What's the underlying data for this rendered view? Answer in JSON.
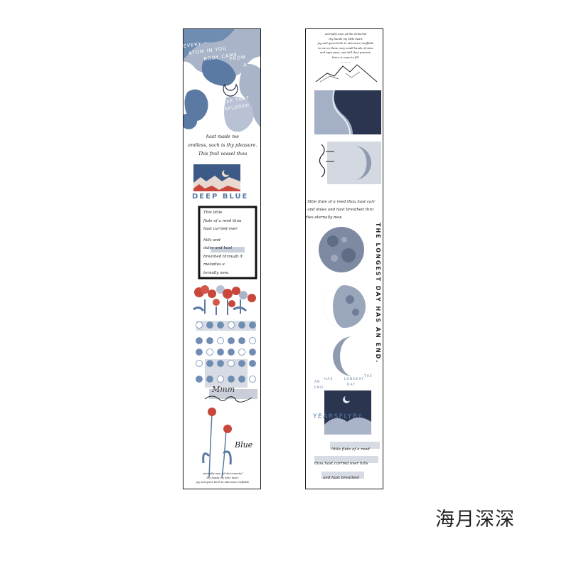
{
  "product": {
    "caption": "海月深深",
    "colors": {
      "blue": "#5a7aa3",
      "grey_blue": "#a9b4c8",
      "red": "#c8463a",
      "dark_navy": "#2b3550"
    }
  },
  "left_strip": {
    "atom_text": [
      "EVERY",
      "ATOM IN YOU",
      "BODY CAME",
      "FROM",
      "A",
      "STAR THAT",
      "EXPLODED"
    ],
    "poem_1": [
      "hast made me",
      "endless, such is thy pleasure.",
      "This frail vessel thou"
    ],
    "deep_blue_title": "DEEP BLUE",
    "framed_poem": [
      "This little",
      "flute of a reed thou",
      "hast carried over",
      "hills and",
      "dales and hast",
      "breathed through it",
      "melodies e",
      "ternally new."
    ],
    "script_signature": "Mmm",
    "blue_word": "Blue",
    "footer_text": [
      "eternally new. At the immortal",
      "thy hands my little heart",
      "joy and gives birth to utterance ineffable"
    ]
  },
  "right_strip": {
    "header_text": [
      "eternally new. At the immortal",
      "thy hands my little heart",
      "joy and gives birth to utterance ineffable",
      "to me on these very small hands of mine",
      "and ages pass, and still thou pourest,",
      "there is room to fill."
    ],
    "small_note": "— — —",
    "poem_2": [
      "is little flute of a reed thou hast carr",
      "is and dales and hast breathed thro",
      "odies eternally new."
    ],
    "vertical_title": "THE LONGEST DAY HAS AN END.",
    "small_vertical": [
      "THE",
      "LONGEST",
      "DAY",
      "HAS",
      "AN",
      "END"
    ],
    "years_title": "YEARSFLYBY",
    "bottom_lines": [
      "little flute of a reed",
      "thou hast carried over hills",
      "and hast breathed"
    ]
  }
}
